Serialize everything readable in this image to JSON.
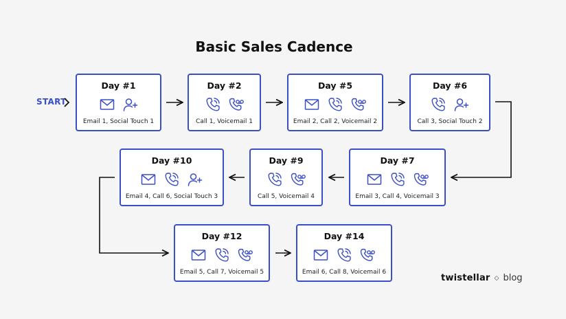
{
  "title": "Basic Sales Cadence",
  "start_label": "START",
  "colors": {
    "accent": "#3b4fc4",
    "text": "#111111",
    "background": "#f5f5f5"
  },
  "steps": [
    {
      "day": "Day #1",
      "icons": [
        "email-icon",
        "add-user-icon"
      ],
      "desc": "Email 1, Social Touch 1"
    },
    {
      "day": "Day #2",
      "icons": [
        "phone-icon",
        "voicemail-icon"
      ],
      "desc": "Call 1, Voicemail 1"
    },
    {
      "day": "Day #5",
      "icons": [
        "email-icon",
        "phone-icon",
        "voicemail-icon"
      ],
      "desc": "Email 2, Call 2, Voicemail 2"
    },
    {
      "day": "Day #6",
      "icons": [
        "phone-icon",
        "add-user-icon"
      ],
      "desc": "Call 3, Social Touch 2"
    },
    {
      "day": "Day #7",
      "icons": [
        "email-icon",
        "phone-icon",
        "voicemail-icon"
      ],
      "desc": "Email 3, Call 4, Voicemail 3"
    },
    {
      "day": "Day #9",
      "icons": [
        "phone-icon",
        "voicemail-icon"
      ],
      "desc": "Call 5, Voicemail 4"
    },
    {
      "day": "Day #10",
      "icons": [
        "email-icon",
        "phone-icon",
        "add-user-icon"
      ],
      "desc": "Email 4, Call 6, Social Touch 3"
    },
    {
      "day": "Day #12",
      "icons": [
        "email-icon",
        "phone-icon",
        "voicemail-icon"
      ],
      "desc": "Email 5, Call 7, Voicemail 5"
    },
    {
      "day": "Day #14",
      "icons": [
        "email-icon",
        "phone-icon",
        "voicemail-icon"
      ],
      "desc": "Email 6, Call 8, Voicemail 6"
    }
  ],
  "brand": {
    "name": "twistellar",
    "suffix": "blog"
  }
}
